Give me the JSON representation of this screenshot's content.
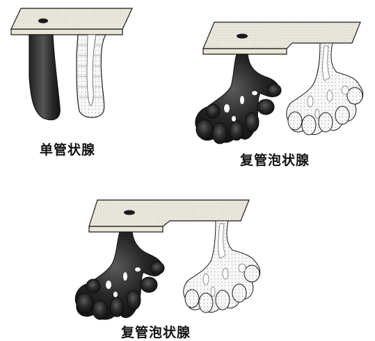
{
  "figure": {
    "captions": {
      "simple_tubular": "单管状腺",
      "compound_tubuloalveolar_top": "复管泡状腺",
      "compound_tubuloalveolar_bottom": "复管泡状腺"
    }
  },
  "colors": {
    "epithelium_fill": "#f2efe4",
    "epithelium_dots": "#6b6b6b",
    "outline": "#1a1a1a",
    "gland_dark": "#1c1c1c",
    "gland_dark_mid": "#4a4a4a",
    "gland_light": "#f4f4f4",
    "background": "#ffffff"
  }
}
